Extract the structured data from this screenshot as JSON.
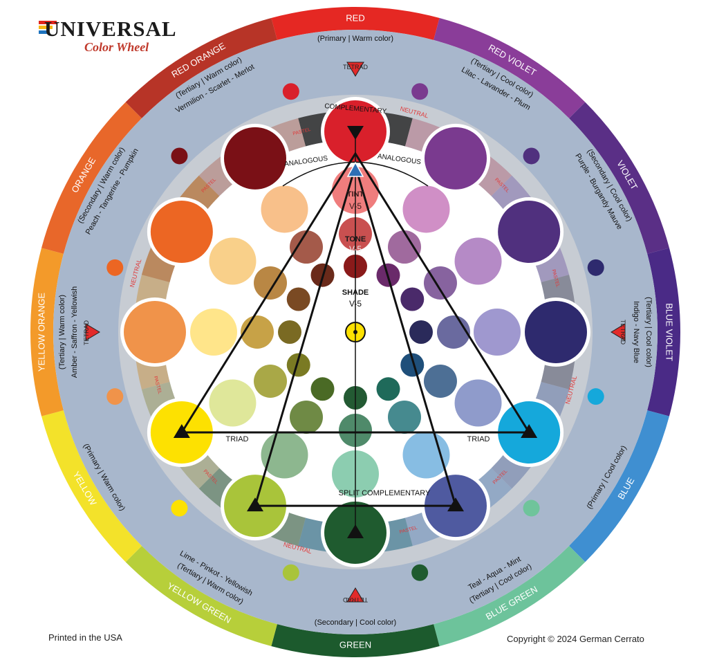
{
  "logo": {
    "title": "UNIVERSAL",
    "subtitle": "Color Wheel"
  },
  "footer": {
    "printed": "Printed in the USA",
    "copyright": "Copyright © 2024 German Cerrato"
  },
  "colors": {
    "red": "#d9202b",
    "red_violet": "#7a3a8f",
    "violet": "#50307e",
    "blue_violet": "#2e2a6e",
    "blue": "#15a8db",
    "blue_green": "#6fc49b",
    "green": "#1f5b2f",
    "yellow_green": "#a9c43a",
    "yellow": "#fde101",
    "yellow_orange": "#f0934a",
    "orange": "#ec6623",
    "red_orange": "#7a1016",
    "gray_band": "#a8b7cc",
    "inner_ring": "#c7ccd3"
  },
  "hues": [
    {
      "id": "red",
      "name": "RED",
      "info": "(Primary | Warm color)",
      "examples": ""
    },
    {
      "id": "red_violet",
      "name": "RED VIOLET",
      "info": "(Tertiary | Cool color)",
      "examples": "Lilac - Lavander - Plum"
    },
    {
      "id": "violet",
      "name": "VIOLET",
      "info": "(Secondary | Cool color)",
      "examples": "Purple - Burgandy Mauve"
    },
    {
      "id": "blue_violet",
      "name": "BLUE VIOLET",
      "info": "(Tertiary | Cool color)",
      "examples": "Indigo - Navy Blue"
    },
    {
      "id": "blue",
      "name": "BLUE",
      "info": "(Primary | Cool color)",
      "examples": ""
    },
    {
      "id": "blue_green",
      "name": "BLUE GREEN",
      "info": "(Tertiary | Cool color)",
      "examples": "Teal - Aqua - Mint"
    },
    {
      "id": "green",
      "name": "GREEN",
      "info": "(Secondary | Cool color)",
      "examples": ""
    },
    {
      "id": "yellow_green",
      "name": "YELLOW GREEN",
      "info": "(Tertiary | Warm color)",
      "examples": "Lime - Pinkot - Yellowish"
    },
    {
      "id": "yellow",
      "name": "YELLOW",
      "info": "(Primary | Warm color)",
      "examples": ""
    },
    {
      "id": "yellow_orange",
      "name": "YELLOW ORANGE",
      "info": "(Tertiary | Warm color)",
      "examples": "Amber - Saffron - Yellowish"
    },
    {
      "id": "orange",
      "name": "ORANGE",
      "info": "(Secondary | Warm color)",
      "examples": "Peach - Tangerine - Pumpkin"
    },
    {
      "id": "red_orange",
      "name": "RED ORANGE",
      "info": "(Tertiary | Warm color)",
      "examples": "Vermilion - Scarlet - Merlot"
    }
  ],
  "labels": {
    "tetrad": "TETRAD",
    "complementary": "COMPLEMENTARY",
    "analogous": "ANALOGOUS",
    "tint": "TINT",
    "tone": "TONE",
    "shade": "SHADE",
    "value": "V-5",
    "triad": "TRIAD",
    "split_complementary": "SPLIT COMPLEMENTARY",
    "neutral": "NEUTRAL",
    "pastel": "PASTEL"
  }
}
